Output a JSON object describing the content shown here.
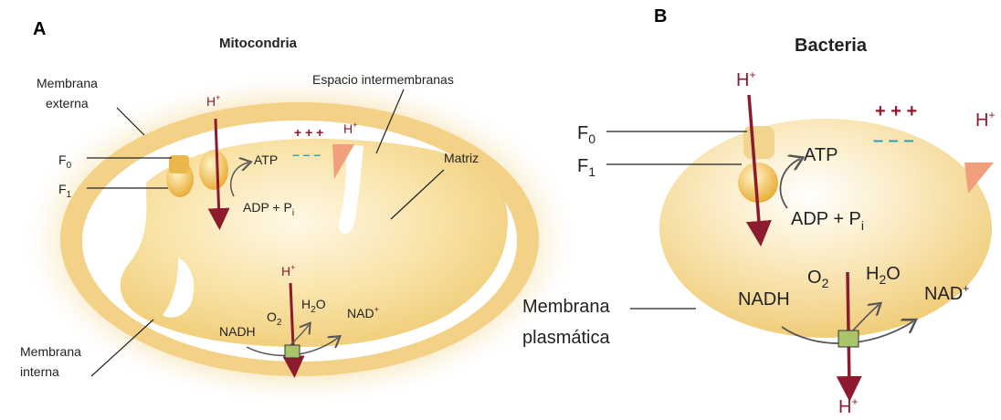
{
  "panel_a": {
    "letter": "A",
    "title": "Mitocondria",
    "outer_membrane_line1": "Membrana",
    "outer_membrane_line2": "externa",
    "intermembrane_space": "Espacio intermembranas",
    "matrix": "Matriz",
    "inner_membrane_line1": "Membrana",
    "inner_membrane_line2": "interna",
    "f0": "F",
    "f0_sub": "0",
    "f1": "F",
    "f1_sub": "1",
    "h": "H",
    "h_sup": "+",
    "atp": "ATP",
    "adp": "ADP + P",
    "adp_sub": "i",
    "nadh": "NADH",
    "o": "O",
    "o_sub": "2",
    "h2o_h": "H",
    "h2o_sub": "2",
    "h2o_o": "O",
    "nad": "NAD",
    "nad_sup": "+",
    "plus_signs": "+ + +",
    "minus_signs": "– – –"
  },
  "panel_b": {
    "letter": "B",
    "title": "Bacteria",
    "f0": "F",
    "f0_sub": "0",
    "f1": "F",
    "f1_sub": "1",
    "h": "H",
    "h_sup": "+",
    "atp": "ATP",
    "adp": "ADP + P",
    "adp_sub": "i",
    "nadh": "NADH",
    "o": "O",
    "o_sub": "2",
    "h2o_h": "H",
    "h2o_sub": "2",
    "h2o_o": "O",
    "nad": "NAD",
    "nad_sup": "+",
    "plasma_membrane_line1": "Membrana",
    "plasma_membrane_line2": "plasmática",
    "plus_signs": "+ + +",
    "minus_signs": "– – –"
  },
  "colors": {
    "membrane_fill": "#f4d58a",
    "matrix_fill": "#f7dc96",
    "glow": "#f6e2ad",
    "proton_arrow": "#8c1b2e",
    "atp_synthase": "#f0b842",
    "gradient_wedge": "#f2a07b",
    "plus_sign": "#8c1b2e",
    "minus_sign": "#2aa1b8",
    "complex_box": "#a9c46a"
  }
}
